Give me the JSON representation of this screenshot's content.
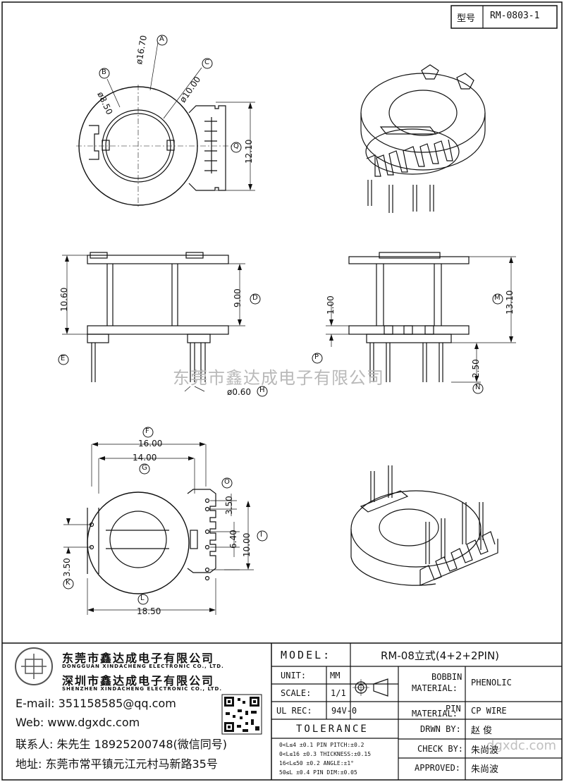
{
  "header": {
    "type_label": "型号",
    "part_no": "RM-0803-1"
  },
  "watermark": "东莞市鑫达成电子有限公司",
  "watermark2": "dgxdc.com",
  "dims": {
    "d1670": "ø16.70",
    "d850": "ø8.50",
    "d1000": "ø10.00",
    "h1210": "12.10",
    "h1060": "10.60",
    "h900": "9.00",
    "p060": "ø0.60",
    "h100": "1.00",
    "h1310": "13.10",
    "h250": "2.50",
    "w1600": "16.00",
    "w1400": "14.00",
    "w1850": "18.50",
    "h350a": "3.50",
    "h640": "6.40",
    "h1000b": "10.00",
    "h350b": "3.50"
  },
  "callouts": {
    "A": "A",
    "B": "B",
    "C": "C",
    "D": "D",
    "E": "E",
    "F": "F",
    "G": "G",
    "H": "H",
    "I": "I",
    "K": "K",
    "L": "L",
    "M": "M",
    "N": "N",
    "O": "O",
    "P": "P",
    "Q": "Q"
  },
  "company": {
    "cn1": "东莞市鑫达成电子有限公司",
    "en1": "DONGGUAN XINDACHENG ELECTRONIC CO., LTD.",
    "cn2": "深圳市鑫达成电子有限公司",
    "en2": "SHENZHEN XINDACHENG ELECTRONIC CO., LTD.",
    "email": "E-mail: 351158585@qq.com",
    "web": "Web: www.dgxdc.com",
    "contact": "联系人: 朱先生 18925200748(微信同号)",
    "address": "地址: 东莞市常平镇元江元村马新路35号"
  },
  "titleblock": {
    "model_label": "MODEL:",
    "model_value": "RM-08立式(4+2+2PIN)",
    "unit_label": "UNIT:",
    "unit_value": "MM",
    "scale_label": "SCALE:",
    "scale_value": "1/1",
    "ul_label": "UL REC:",
    "ul_value": "94V-0",
    "tolerance_label": "TOLERANCE",
    "bobbin_label_1": "BOBBIN",
    "bobbin_label_2": "MATERIAL:",
    "bobbin_value": "PHENOLIC",
    "pin_label_1": "PIN",
    "pin_label_2": "MATERIAL:",
    "pin_value": "CP WIRE",
    "drawn_label": "DRWN BY:",
    "drawn_value": "赵 俊",
    "check_label": "CHECK BY:",
    "check_value": "朱尚波",
    "approved_label": "APPROVED:",
    "approved_value": "朱尚波",
    "tol": [
      "0<L≤4 ±0.1 PIN PITCH:±0.2",
      "0<L≤16 ±0.3 THICKNESS:±0.15",
      "16<L≤50 ±0.2 ANGLE:±1°",
      "50≤L ±0.4 PIN DIM:±0.05"
    ]
  }
}
